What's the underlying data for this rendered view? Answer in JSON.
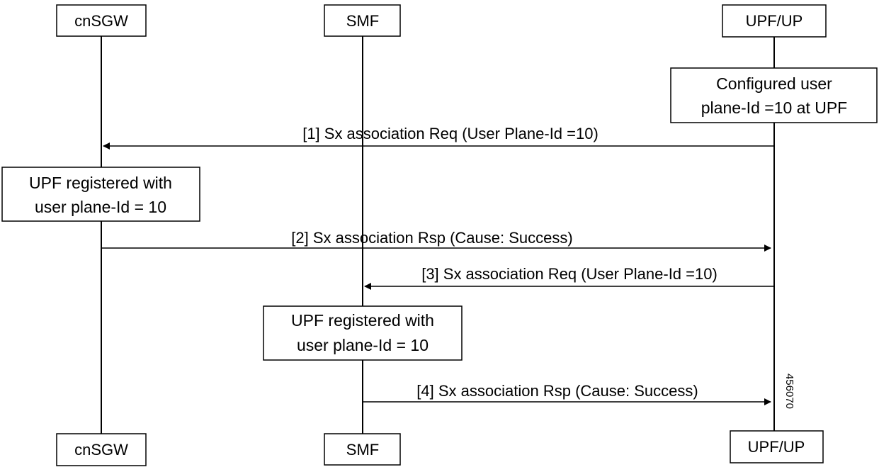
{
  "participants": [
    {
      "id": "cnsgw",
      "label": "cnSGW"
    },
    {
      "id": "smf",
      "label": "SMF"
    },
    {
      "id": "upf",
      "label": "UPF/UP"
    }
  ],
  "notes": [
    {
      "over": "upf",
      "lines": [
        "Configured user",
        "plane-Id =10 at  UPF"
      ]
    },
    {
      "over": "cnsgw",
      "lines": [
        "UPF registered with",
        "user plane-Id = 10"
      ]
    },
    {
      "over": "smf",
      "lines": [
        "UPF registered with",
        "user plane-Id = 10"
      ]
    }
  ],
  "messages": [
    {
      "from": "upf",
      "to": "cnsgw",
      "label": "[1] Sx association Req (User Plane-Id =10)"
    },
    {
      "from": "cnsgw",
      "to": "upf",
      "label": "[2] Sx association Rsp (Cause: Success)"
    },
    {
      "from": "upf",
      "to": "smf",
      "label": "[3] Sx association Req (User Plane-Id =10)"
    },
    {
      "from": "smf",
      "to": "upf",
      "label": "[4] Sx association Rsp (Cause: Success)"
    }
  ],
  "figure_id": "456070"
}
